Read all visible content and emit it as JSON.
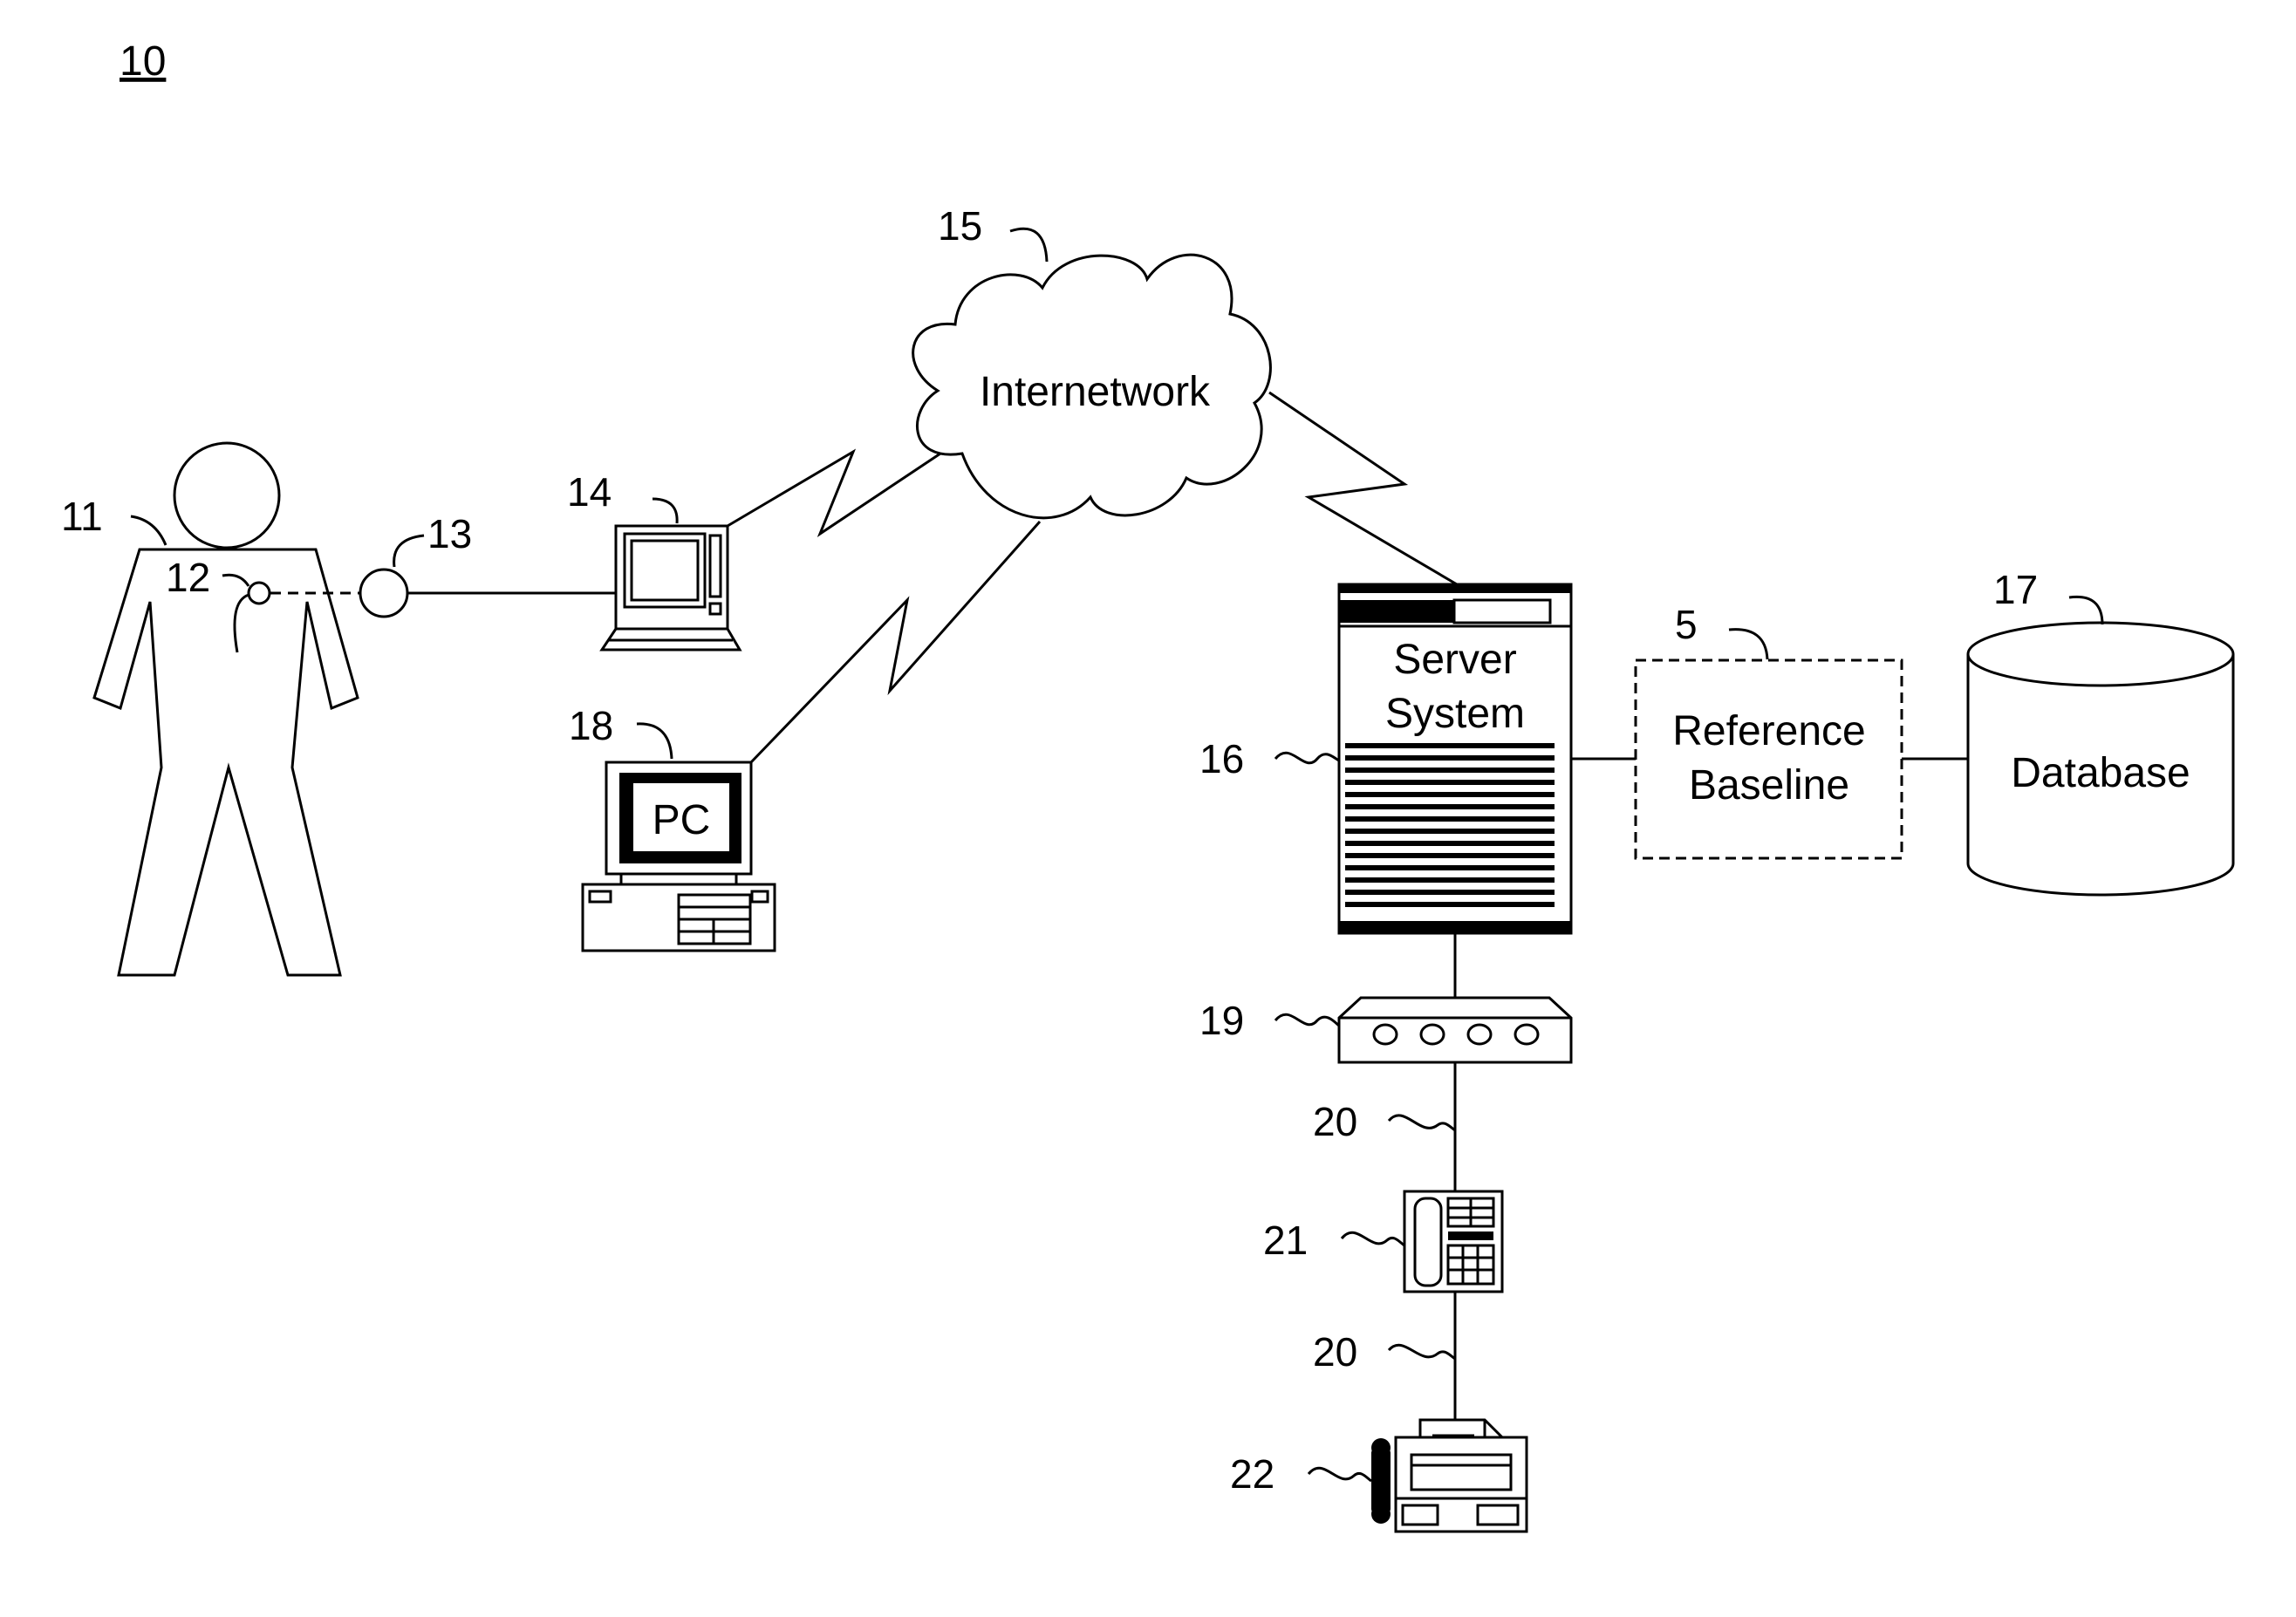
{
  "figure": {
    "number": "10"
  },
  "refs": {
    "patient": "11",
    "sensor": "12",
    "monitor": "13",
    "laptop": "14",
    "internetwork": "15",
    "server": "16",
    "database": "17",
    "pc": "18",
    "modem": "19",
    "line_upper": "20",
    "line_lower": "20",
    "telephone": "21",
    "fax": "22",
    "reference_baseline": "5"
  },
  "labels": {
    "cloud": "Internetwork",
    "server_line1": "Server",
    "server_line2": "System",
    "baseline_line1": "Reference",
    "baseline_line2": "Baseline",
    "database": "Database",
    "pc_screen": "PC"
  }
}
